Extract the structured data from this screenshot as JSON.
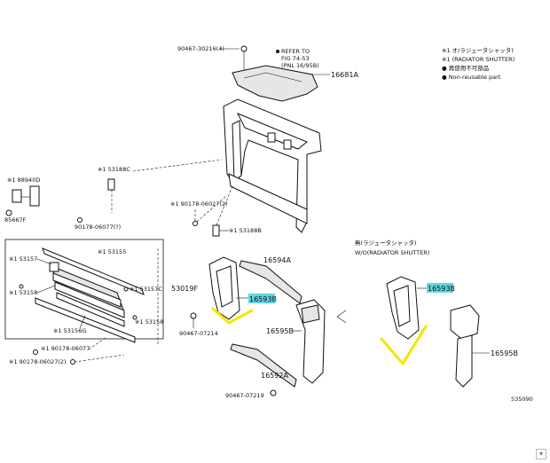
{
  "legend": {
    "line1": "※1 オ/ラジュータシャッタ)",
    "line2": "※1 (RADIATOR SHUTTER)",
    "line3": "● 再使用不可部品",
    "line4": "● Non-reusable part"
  },
  "ref_note": {
    "line1": "REFER TO",
    "line2": "FIG 74-53",
    "line3": "(PNL 16/95B)"
  },
  "variant_note": {
    "line1": "無(ラジュータシャッタ)",
    "line2": "W/O(RADIATOR SHUTTER)"
  },
  "labels": {
    "p90467_30216": "90467-30216(4)",
    "p16681A": "16681A",
    "p53188C": "※1 53188C",
    "p88940D": "※1 88940D",
    "p85667F": "85667F",
    "p90178_06077a": "90178-06077(?)",
    "p90178_06027b": "※1 90178-06027(2)",
    "p53188B": "※1 53188B",
    "p53157a": "※1 53157",
    "p53155": "※1 53155",
    "p53158": "※1 53158",
    "p53157C": "※1 53157C",
    "p53158b": "※1 53158",
    "p53156G": "※1 53156G",
    "p53019F": "53019F",
    "p16594A": "16594A",
    "p16593B": "16593B",
    "p16595B": "16595B",
    "p16592A": "16592A",
    "p90467_07214": "90467-07214",
    "p90178_06077b": "※1 90178-06077",
    "p90178_06027c": "※1 90178-06027(2)",
    "p90467_07219": "90467-07219",
    "p16593B_r": "16593B",
    "p16595B_r": "16595B",
    "p16595B_r_lbl": "16595B",
    "p53157_left": "※1 53157",
    "p53158_left": "※1 53158",
    "fig_code": "535090"
  },
  "colors": {
    "highlight": "#5fd6e0",
    "yellow_mark": "#f2e600"
  }
}
